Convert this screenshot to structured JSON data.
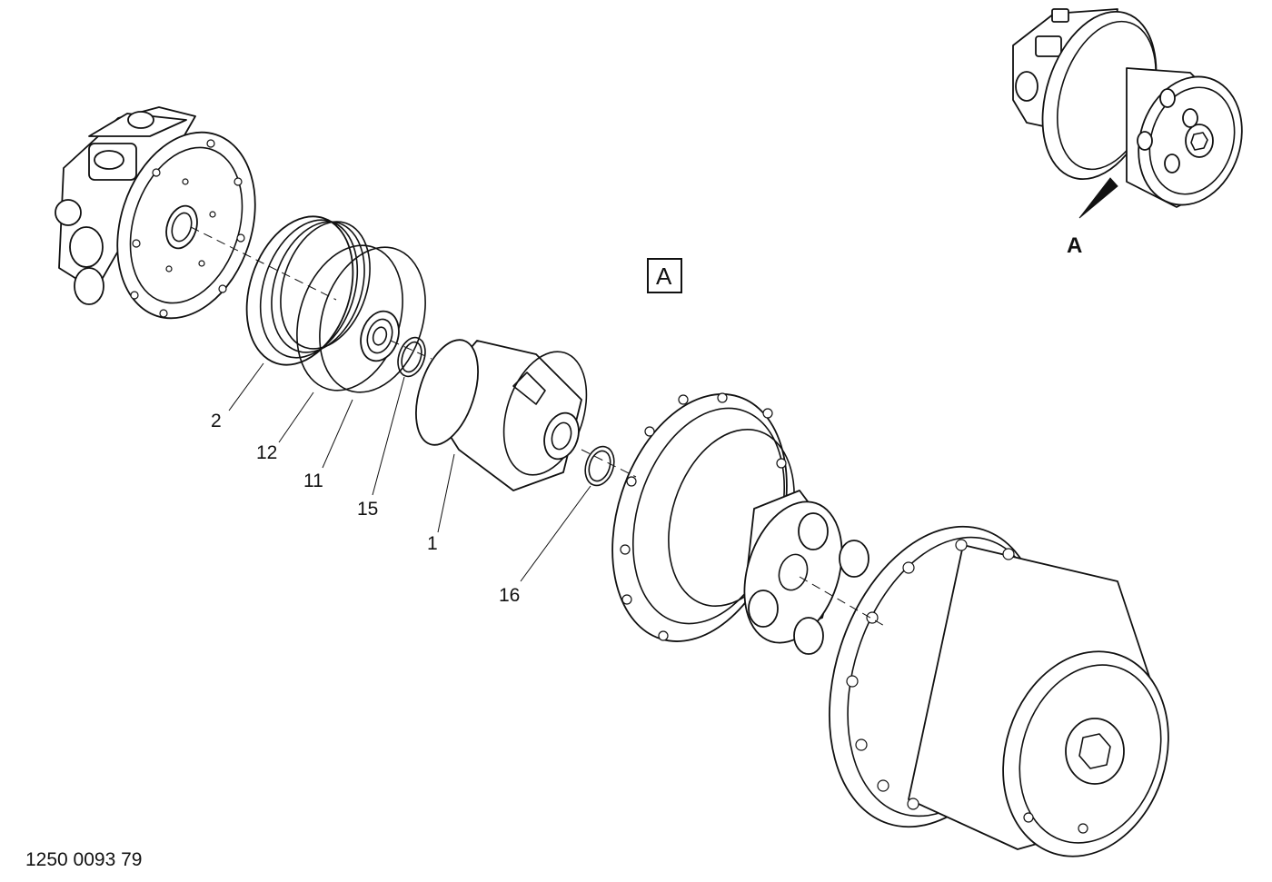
{
  "drawing": {
    "reference_number": "1250 0093 79",
    "view_label_box": "A",
    "view_label_arrow": "A"
  },
  "callouts": [
    {
      "id": "2",
      "label": "2"
    },
    {
      "id": "12",
      "label": "12"
    },
    {
      "id": "11",
      "label": "11"
    },
    {
      "id": "15",
      "label": "15"
    },
    {
      "id": "1",
      "label": "1"
    },
    {
      "id": "16",
      "label": "16"
    }
  ]
}
